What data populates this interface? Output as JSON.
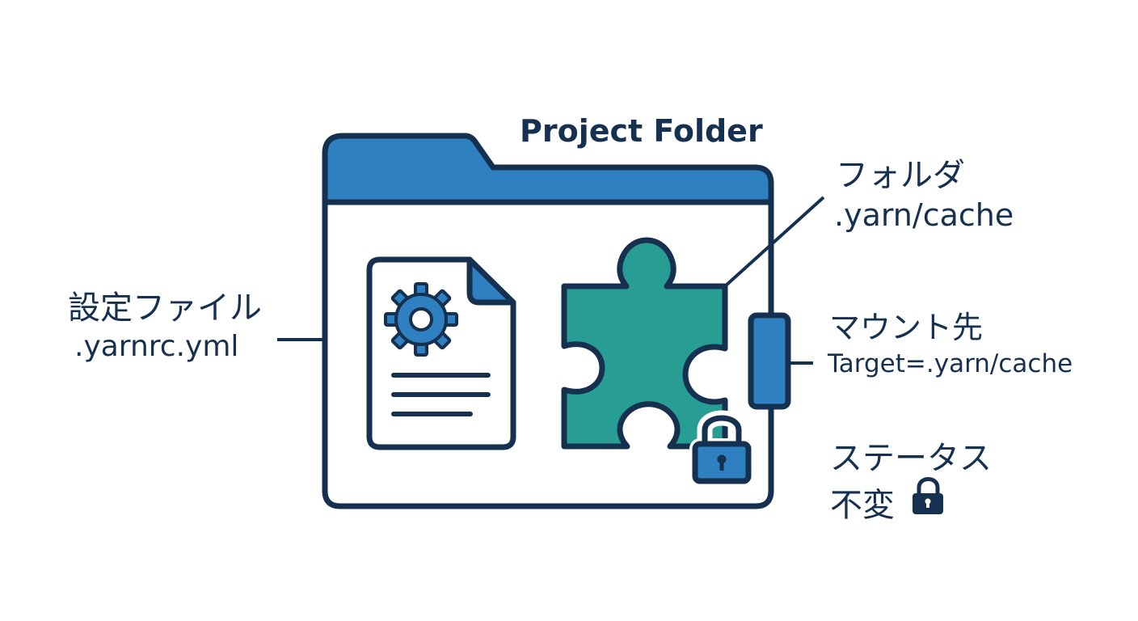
{
  "diagram": {
    "folder_title": "Project Folder",
    "config_file": {
      "line1": "設定ファイル",
      "line2": ".yarnrc.yml"
    },
    "cache_folder": {
      "line1": "フォルダ",
      "line2": ".yarn/cache"
    },
    "mount": {
      "line1": "マウント先",
      "line2": "Target=.yarn/cache"
    },
    "status": {
      "line1": "ステータス",
      "line2": "不変"
    }
  },
  "colors": {
    "navy": "#16314f",
    "blue": "#2f80c0",
    "teal": "#279d93",
    "white": "#ffffff"
  },
  "icons": [
    "folder-icon",
    "document-icon",
    "gear-icon",
    "puzzle-piece-icon",
    "lock-icon",
    "mount-connector-icon"
  ]
}
